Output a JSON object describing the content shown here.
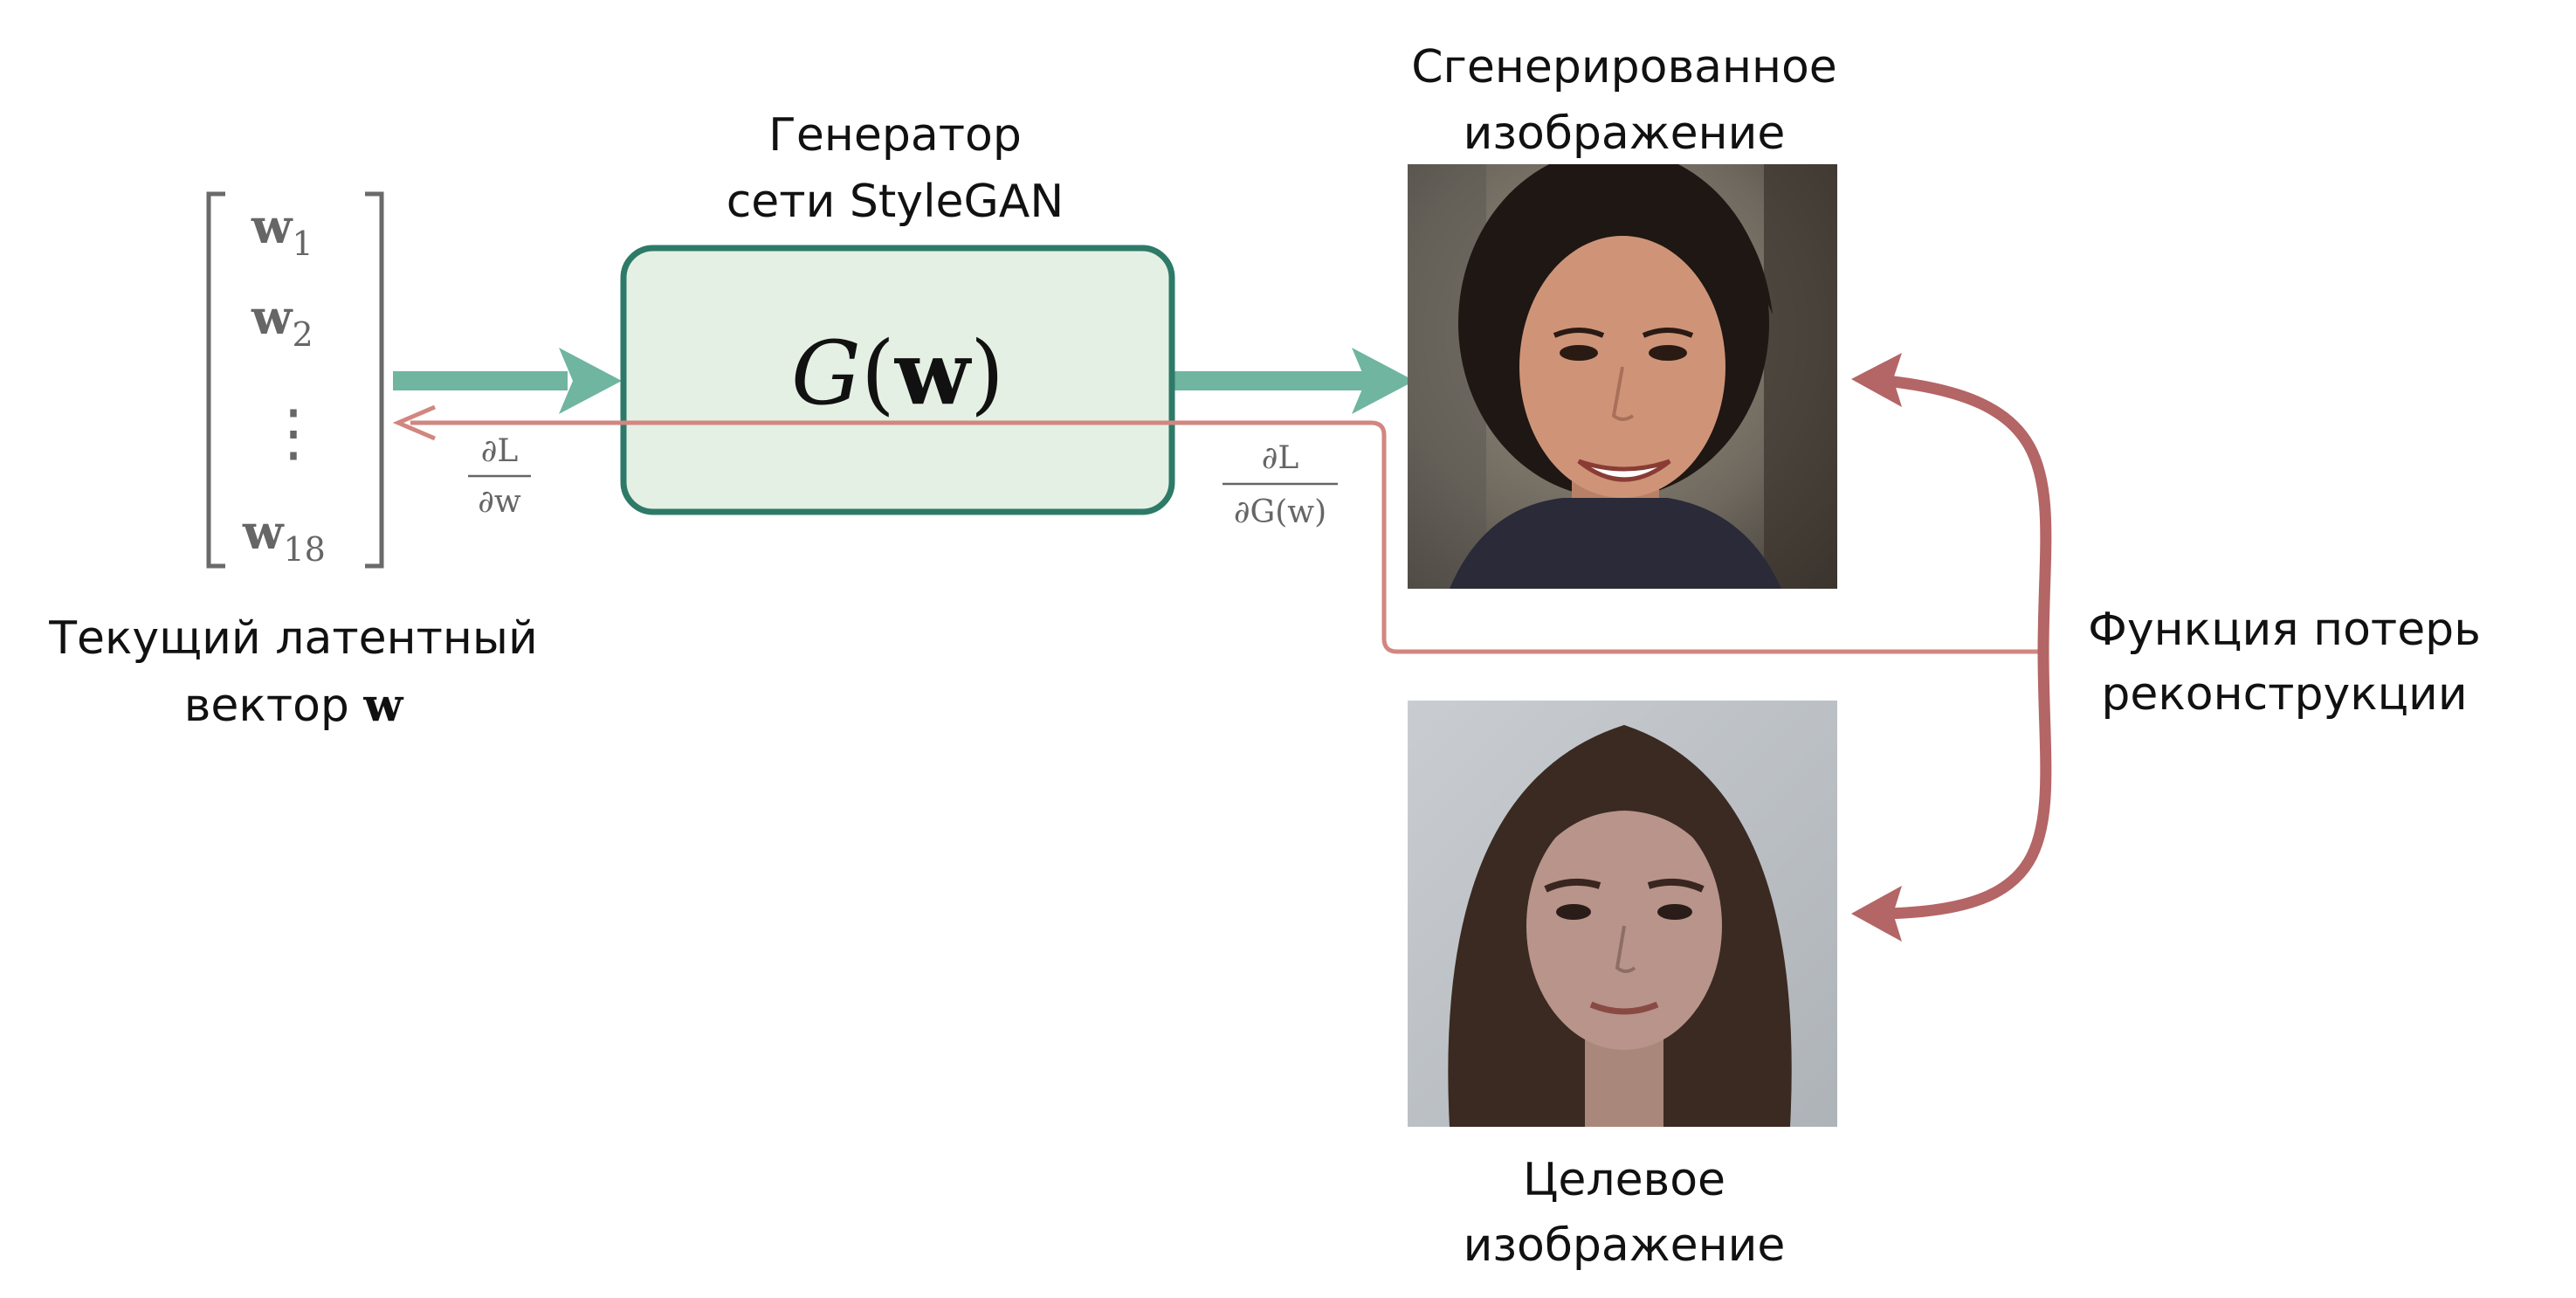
{
  "colors": {
    "forward_arrow": "#6fb5a0",
    "box_fill": "#e4f0e3",
    "box_stroke": "#2e7a68",
    "gradient_path": "#d28680",
    "loss_arrow": "#b46565",
    "vector_gray": "#666666",
    "text": "#111111"
  },
  "latent_vector": {
    "entries": [
      {
        "base": "w",
        "sub": "1"
      },
      {
        "base": "w",
        "sub": "2"
      },
      {
        "base": "w",
        "sub": "18"
      }
    ],
    "dots": "⋮",
    "caption_line1": "Текущий латентный",
    "caption_line2": "вектор",
    "caption_symbol": "w"
  },
  "generator": {
    "title_line1": "Генератор",
    "title_line2": "сети StyleGAN",
    "label_G": "G",
    "label_open": "(",
    "label_w": "w",
    "label_close": ")"
  },
  "gradients": {
    "dL_dw": {
      "num": "∂L",
      "den": "∂w"
    },
    "dL_dG": {
      "num": "∂L",
      "den": "∂G(w)"
    }
  },
  "generated_image": {
    "caption_line1": "Сгенерированное",
    "caption_line2": "изображение"
  },
  "target_image": {
    "caption_line1": "Целевое",
    "caption_line2": "изображение"
  },
  "loss": {
    "label_line1": "Функция потерь",
    "label_line2": "реконструкции"
  }
}
